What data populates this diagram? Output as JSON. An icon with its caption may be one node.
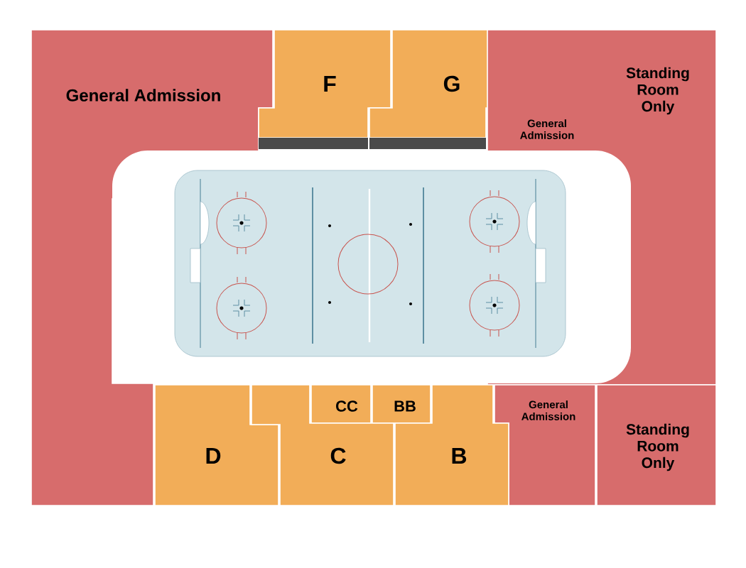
{
  "diagram": {
    "nodes": [
      {
        "text": [
          "General Admission"
        ]
      },
      {
        "text": [
          "F"
        ]
      },
      {
        "text": [
          "G"
        ]
      },
      {
        "text": [
          "Standing Room Only"
        ]
      },
      {
        "text": [
          "General Admission"
        ]
      },
      {
        "text": [
          "CC"
        ]
      },
      {
        "text": [
          "BB"
        ]
      },
      {
        "text": [
          "General Admission"
        ]
      },
      {
        "text": [
          "D"
        ]
      },
      {
        "text": [
          "C"
        ]
      },
      {
        "text": [
          "B"
        ]
      },
      {
        "text": [
          "Standing Room Only"
        ]
      }
    ]
  }
}
